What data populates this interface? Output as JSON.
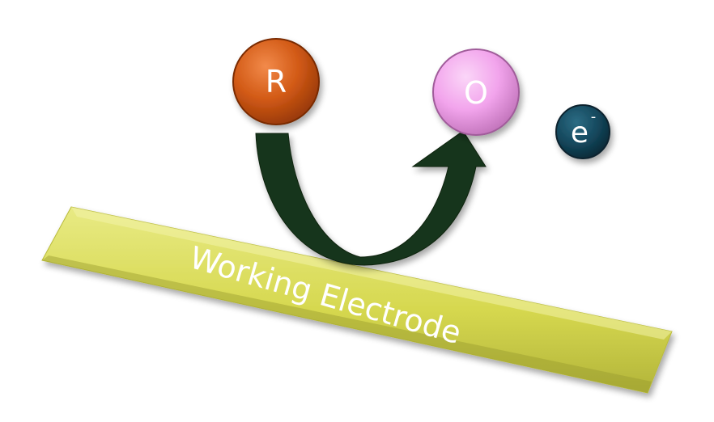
{
  "electrode": {
    "label": "Working Electrode",
    "color": "#d6d84f"
  },
  "species": {
    "reduced": {
      "label": "R",
      "color": "#d25a16"
    },
    "oxidized": {
      "label": "O",
      "color": "#f2a4ec"
    }
  },
  "electron": {
    "symbol": "e",
    "charge": "-",
    "color": "#14475c"
  },
  "arrow": {
    "color": "#18351a"
  }
}
